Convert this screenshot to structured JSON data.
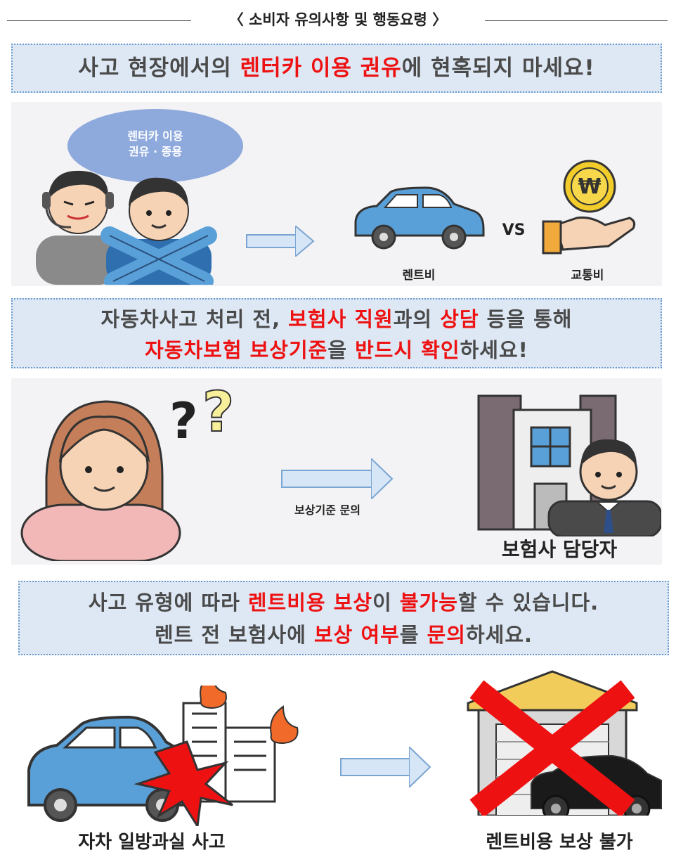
{
  "title": "〈 소비자 유의사항 및 행동요령 〉",
  "section1": {
    "banner": [
      {
        "text": "사고 현장에서의 ",
        "red": false
      },
      {
        "text": "렌터카 이용 권유",
        "red": true
      },
      {
        "text": "에 현혹되지 마세요!",
        "red": false
      }
    ],
    "bubble_line1": "렌터카 이용",
    "bubble_line2": "권유 · 종용",
    "label_rent": "렌트비",
    "label_vs": "VS",
    "label_transport": "교통비",
    "coin_symbol": "₩"
  },
  "section2": {
    "banner_line1": [
      {
        "text": "자동차사고 처리 전, ",
        "red": false
      },
      {
        "text": "보험사 직원",
        "red": true
      },
      {
        "text": "과의 ",
        "red": false
      },
      {
        "text": "상담",
        "red": true
      },
      {
        "text": " 등을 통해",
        "red": false
      }
    ],
    "banner_line2": [
      {
        "text": "자동차보험 보상기준",
        "red": true
      },
      {
        "text": "을 ",
        "red": false
      },
      {
        "text": "반드시 확인",
        "red": true
      },
      {
        "text": "하세요!",
        "red": false
      }
    ],
    "arrow_label": "보상기준 문의",
    "staff_label": "보험사 담당자"
  },
  "section3": {
    "banner_line1": [
      {
        "text": "사고 유형에 따라 ",
        "red": false
      },
      {
        "text": "렌트비용 보상",
        "red": true
      },
      {
        "text": "이 ",
        "red": false
      },
      {
        "text": "불가능",
        "red": true
      },
      {
        "text": "할 수 있습니다.",
        "red": false
      }
    ],
    "banner_line2": [
      {
        "text": "렌트 전 보험사에 ",
        "red": false
      },
      {
        "text": "보상 여부",
        "red": true
      },
      {
        "text": "를 ",
        "red": false
      },
      {
        "text": "문의",
        "red": true
      },
      {
        "text": "하세요.",
        "red": false
      }
    ],
    "accident_label": "자차 일방과실 사고",
    "result_label": "렌트비용 보상 불가"
  },
  "colors": {
    "banner_bg": "#dde8f4",
    "banner_border": "#6a9bd0",
    "highlight": "#ee1111",
    "car_blue": "#5aa0d8",
    "arrow_fill": "#d6e6f6"
  }
}
